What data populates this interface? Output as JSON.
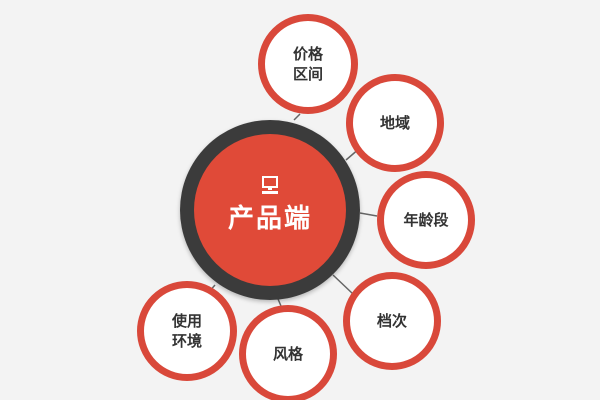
{
  "hub": {
    "label": "产品端",
    "icon": "computer-icon",
    "colors": {
      "core": "#e04a38",
      "ring": "#3b3b3b",
      "text": "#ffffff"
    }
  },
  "nodes": [
    {
      "label": "价格\n区间"
    },
    {
      "label": "地域"
    },
    {
      "label": "年龄段"
    },
    {
      "label": "档次"
    },
    {
      "label": "风格"
    },
    {
      "label": "使用\n环境"
    }
  ],
  "node_style": {
    "border_color": "#d9483a",
    "fill_color": "#ffffff",
    "text_color": "#333333",
    "connector_color": "#666666"
  }
}
